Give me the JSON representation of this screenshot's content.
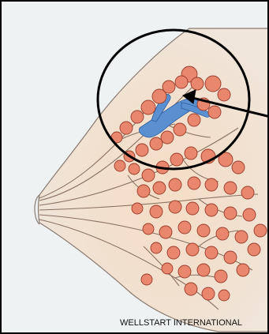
{
  "credit": "WELLSTART INTERNATIONAL",
  "colors": {
    "background": "#eef2f3",
    "lobule_fill": "#e8876e",
    "lobule_stroke": "#9a3b2a",
    "duct_stroke": "#8a7060",
    "highlight_sinus": "#5a8fd0",
    "breast_shading": "#f3cfae",
    "circle": "#000000",
    "arrow": "#000000"
  },
  "icons": [
    "magnifier-circle",
    "pointer-arrow"
  ]
}
